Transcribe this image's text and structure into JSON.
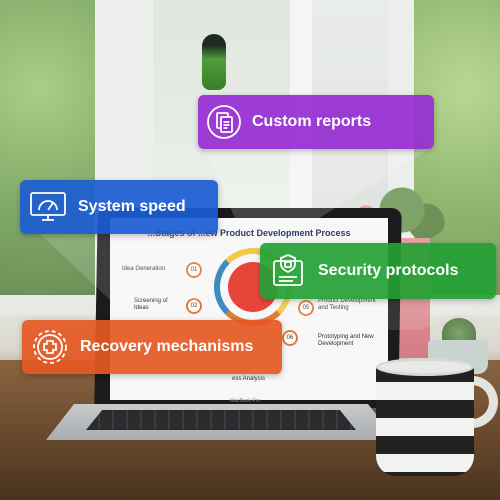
{
  "callouts": {
    "custom_reports": {
      "label": "Custom reports",
      "icon": "documents-icon",
      "color": "#962cd2"
    },
    "system_speed": {
      "label": "System speed",
      "icon": "speedometer-monitor-icon",
      "color": "#1b5cd2"
    },
    "security_protocols": {
      "label": "Security protocols",
      "icon": "secure-document-icon",
      "color": "#24a034"
    },
    "recovery_mechanisms": {
      "label": "Recovery mechanisms",
      "icon": "medical-gear-icon",
      "color": "#e55822"
    }
  },
  "laptop_screen": {
    "title": "...Stages of ...ew Product Development Process",
    "steps": [
      {
        "num": "01",
        "text": "Idea Generation"
      },
      {
        "num": "02",
        "text": "Screening of Ideas"
      },
      {
        "num": "05",
        "text": "Product Development and Testing"
      },
      {
        "num": "06",
        "text": "Prototyping and New Development"
      },
      {
        "num": "",
        "text": "ess Analysis"
      }
    ],
    "brand": "MacBook Pro"
  }
}
